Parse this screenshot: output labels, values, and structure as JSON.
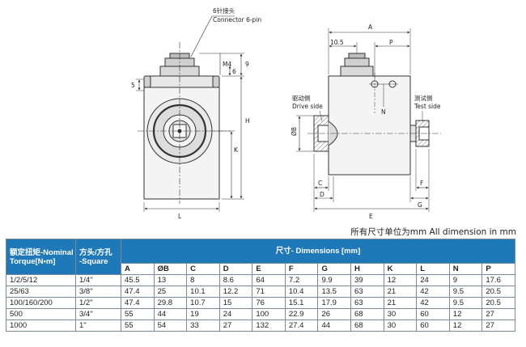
{
  "drawing": {
    "connector_cn": "6针接头",
    "connector_en": "Connector 6-pin",
    "drive_cn": "驱动侧",
    "drive_en": "Drive side",
    "test_cn": "测试侧",
    "test_en": "Test side",
    "dim_labels": {
      "A": "A",
      "p10_5": "10.5",
      "P": "P",
      "M4": "M4",
      "six": "6",
      "nine": "9",
      "five": "5",
      "H": "H",
      "K": "K",
      "L": "L",
      "N": "N",
      "OB": "ØB",
      "C": "C",
      "D": "D",
      "E": "E",
      "F": "F",
      "G": "G"
    }
  },
  "note": "所有尺寸单位为mm All dimension in mm",
  "table": {
    "col1_header": [
      "额定扭矩-Nominal",
      "Torque[N•m]"
    ],
    "col2_header": [
      "方头/方孔",
      "-Square"
    ],
    "dims_header": "尺寸- Dimensions [mm]",
    "dim_columns": [
      "A",
      "ØB",
      "C",
      "D",
      "E",
      "F",
      "G",
      "H",
      "K",
      "L",
      "N",
      "P"
    ],
    "rows": [
      {
        "torque": "1/2/5/12",
        "square": "1/4\"",
        "values": [
          "45.5",
          "13",
          "8",
          "8.6",
          "64",
          "7.2",
          "9.9",
          "39",
          "12",
          "24",
          "9",
          "17.6"
        ]
      },
      {
        "torque": "25/63",
        "square": "3/8\"",
        "values": [
          "47.4",
          "25",
          "10.1",
          "12.2",
          "71",
          "10.4",
          "13.5",
          "63",
          "21",
          "42",
          "9.5",
          "20.5"
        ]
      },
      {
        "torque": "100/160/200",
        "square": "1/2\"",
        "values": [
          "47.4",
          "29.8",
          "10.7",
          "15",
          "76",
          "15.1",
          "17.9",
          "63",
          "21",
          "42",
          "9.5",
          "20.5"
        ]
      },
      {
        "torque": "500",
        "square": "3/4\"",
        "values": [
          "55",
          "44",
          "19",
          "24",
          "100",
          "22.9",
          "26",
          "68",
          "30",
          "60",
          "12",
          "27"
        ]
      },
      {
        "torque": "1000",
        "square": "1\"",
        "values": [
          "55",
          "54",
          "33",
          "27",
          "132",
          "27.4",
          "44",
          "68",
          "30",
          "60",
          "12",
          "27"
        ]
      }
    ]
  }
}
